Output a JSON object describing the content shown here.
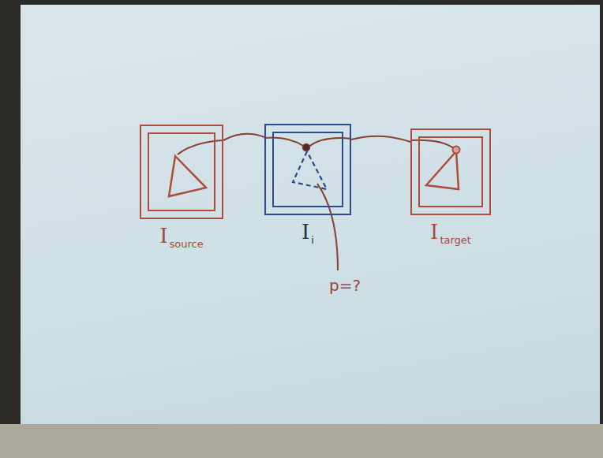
{
  "diagram": {
    "nodes": [
      {
        "text": [
          "I",
          "source"
        ]
      },
      {
        "text": [
          "I",
          "i"
        ]
      },
      {
        "text": [
          "I",
          "target"
        ]
      }
    ],
    "edges": [
      {
        "from": 0,
        "to": 1,
        "arrow": "none"
      },
      {
        "from": 1,
        "to": 2,
        "arrow": "none"
      }
    ],
    "labels": [
      "p=?"
    ]
  }
}
